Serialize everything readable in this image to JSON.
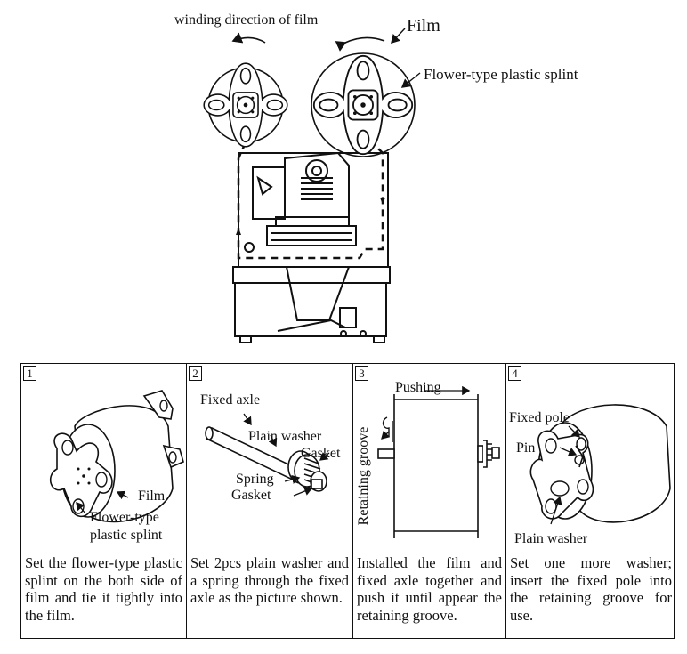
{
  "top": {
    "winding_label": "winding direction of film",
    "film_label": "Film",
    "splint_label": "Flower-type plastic splint"
  },
  "panels": [
    {
      "num": "1",
      "labels": {
        "film": "Film",
        "splint1": "Flower-type",
        "splint2": "plastic splint"
      },
      "caption": "Set the flower-type plastic splint on the both side of film and tie it tightly into the film."
    },
    {
      "num": "2",
      "labels": {
        "axle": "Fixed axle",
        "washer": "Plain washer",
        "gasket_top": "Gasket",
        "spring": "Spring",
        "gasket_bottom": "Gasket"
      },
      "caption": "Set 2pcs plain washer and a spring through the fixed axle as the picture shown."
    },
    {
      "num": "3",
      "labels": {
        "pushing": "Pushing",
        "groove": "Retaining groove"
      },
      "caption": "Installed the film and fixed axle together and push it until appear the retaining groove."
    },
    {
      "num": "4",
      "labels": {
        "pole": "Fixed pole",
        "pin": "Pin",
        "washer": "Plain washer"
      },
      "caption": "Set one more washer; insert the fixed pole into the retaining groove for use."
    }
  ]
}
